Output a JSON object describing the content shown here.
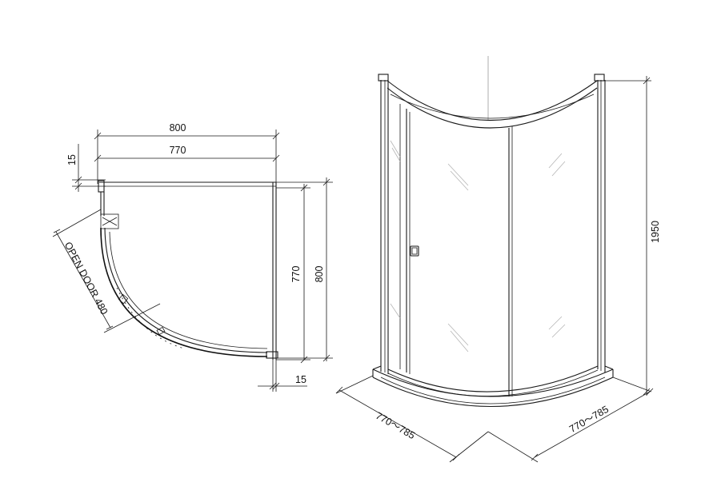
{
  "plan_view": {
    "width_outer": "800",
    "width_inner": "770",
    "frame_thickness_top": "15",
    "depth_inner": "770",
    "depth_outer": "800",
    "frame_thickness_bottom": "15",
    "door_label": "OPEN DOOR 480"
  },
  "perspective_view": {
    "height": "1950",
    "base_left": "770～785",
    "base_right": "770～785"
  },
  "colors": {
    "line": "#1a1a1a",
    "background": "#ffffff"
  }
}
